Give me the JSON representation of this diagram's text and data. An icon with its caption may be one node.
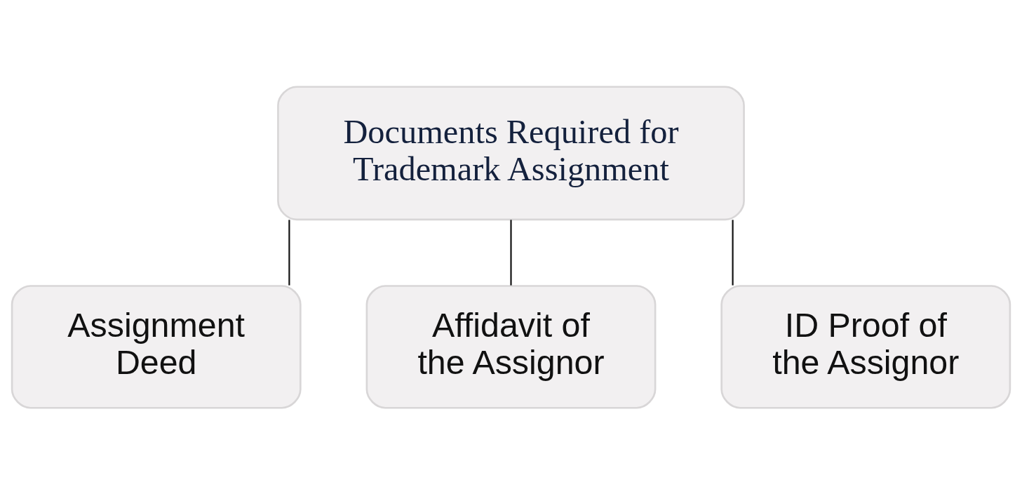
{
  "diagram": {
    "nodes": [
      {
        "text": [
          "Documents Required for Trademark Assignment"
        ]
      },
      {
        "text": [
          "Assignment Deed"
        ]
      },
      {
        "text": [
          "Affidavit of the Assignor"
        ]
      },
      {
        "text": [
          "ID Proof of the Assignor"
        ]
      }
    ],
    "edges": [
      {
        "from": 0,
        "to": 1,
        "arrow": "none"
      },
      {
        "from": 0,
        "to": 2,
        "arrow": "none"
      },
      {
        "from": 0,
        "to": 3,
        "arrow": "none"
      }
    ]
  }
}
